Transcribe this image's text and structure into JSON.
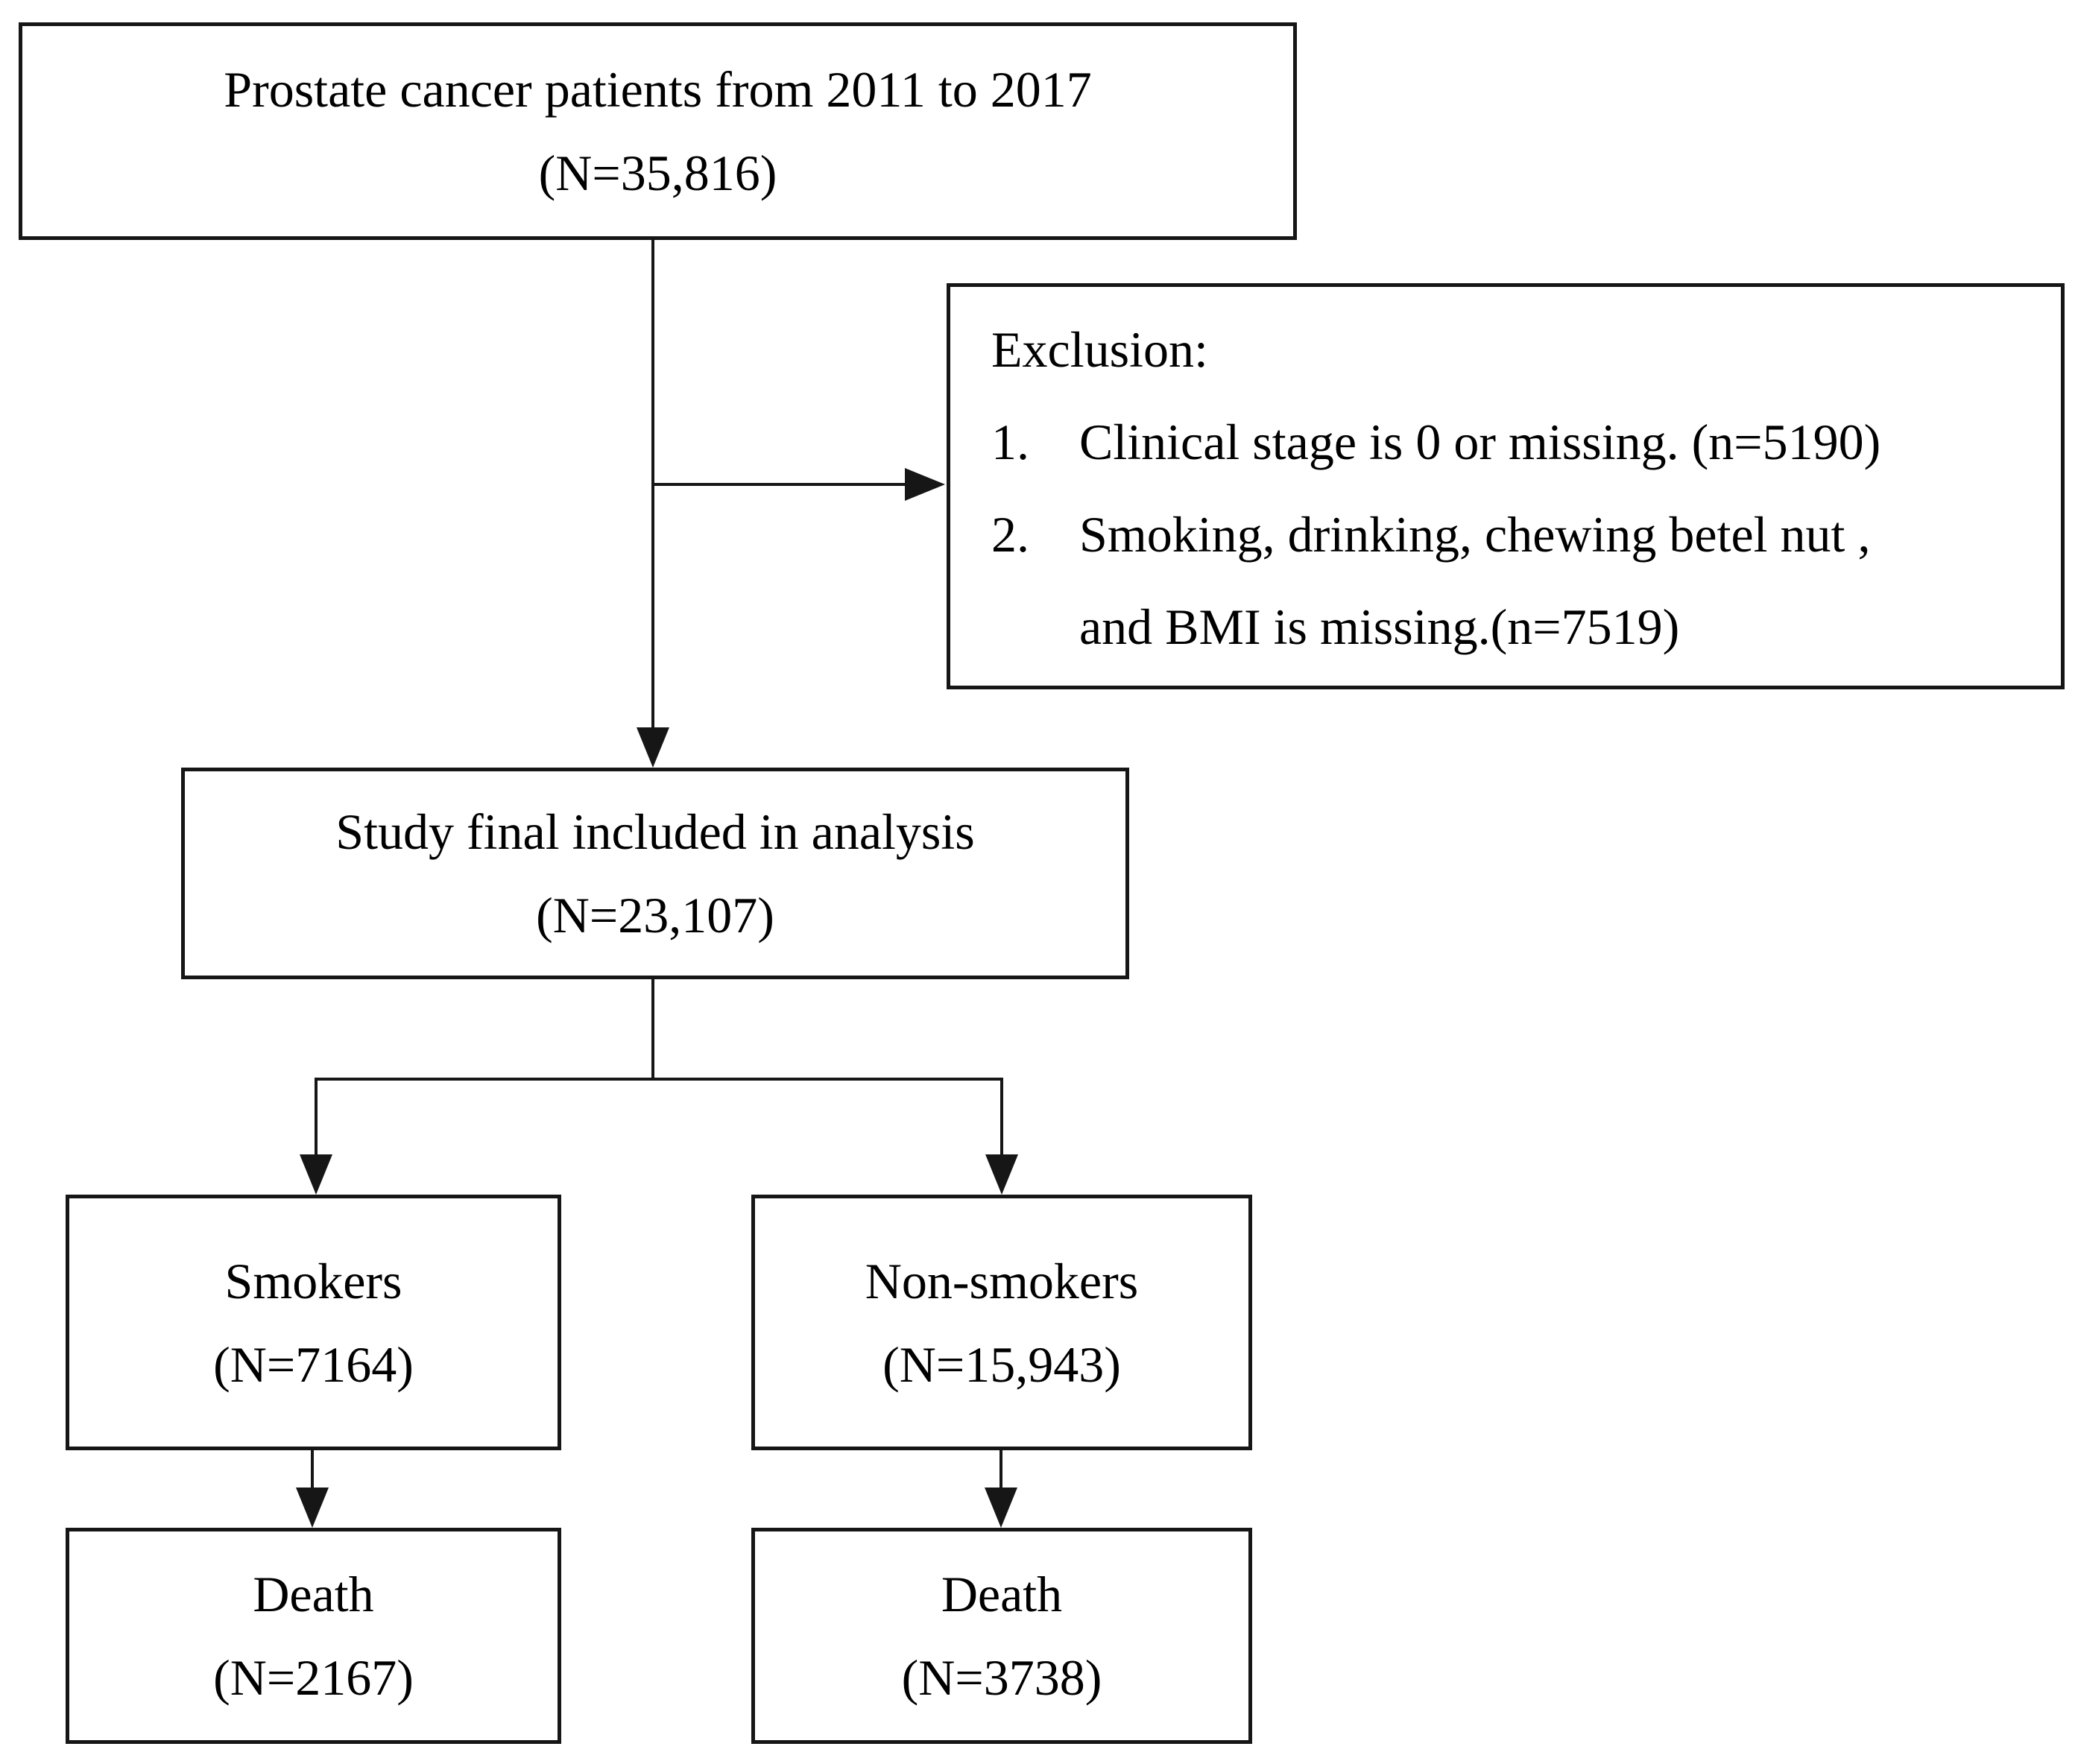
{
  "diagram": {
    "title": "Prostate cancer study selection flowchart",
    "colors": {
      "line": "#161616",
      "text": "#000000",
      "background": "#ffffff"
    },
    "boxes": {
      "cohort": {
        "line1": "Prostate cancer patients from 2011 to 2017",
        "line2": "(N=35,816)"
      },
      "exclusion": {
        "title": "Exclusion:",
        "item1_num": "1.",
        "item1_text": "Clinical stage is 0 or missing. (n=5190)",
        "item2_num": "2.",
        "item2_line1": "Smoking, drinking, chewing betel nut ,",
        "item2_line2": "and BMI is missing.(n=7519)"
      },
      "included": {
        "line1": "Study final included in analysis",
        "line2": "(N=23,107)"
      },
      "smokers": {
        "line1": "Smokers",
        "line2": "(N=7164)"
      },
      "non_smokers": {
        "line1": "Non-smokers",
        "line2": "(N=15,943)"
      },
      "smokers_death": {
        "line1": "Death",
        "line2": "(N=2167)"
      },
      "non_smokers_death": {
        "line1": "Death",
        "line2": "(N=3738)"
      }
    }
  }
}
